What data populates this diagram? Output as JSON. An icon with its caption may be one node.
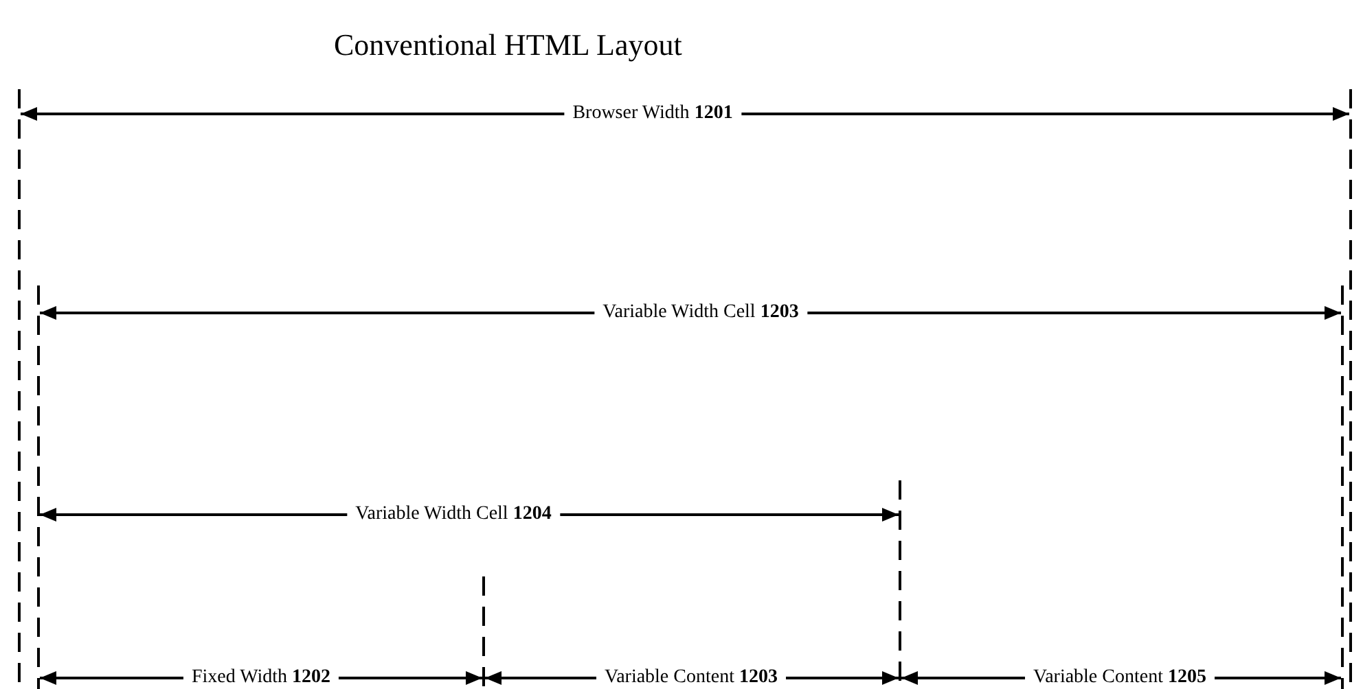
{
  "diagram": {
    "title": "Conventional HTML Layout",
    "labels": [
      "Browser Width **1201**",
      "Variable Width Cell **1203**",
      "Variable Width Cell **1204**",
      "Fixed Width **1202**",
      "Variable Content **1203**",
      "Variable Content **1205**"
    ]
  }
}
